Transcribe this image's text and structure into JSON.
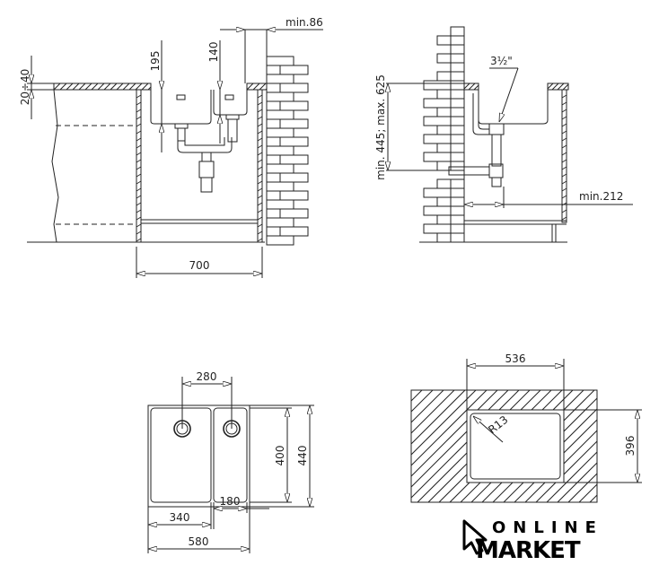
{
  "front_view": {
    "dim_width": "700",
    "dim_min_wall": "min.86",
    "dim_depth_large": "195",
    "dim_depth_small": "140",
    "dim_countertop": "20÷40"
  },
  "side_view": {
    "dim_drain_size": "3½\"",
    "dim_height": "min. 445; max. 625",
    "dim_min_wall": "min.212"
  },
  "top_view": {
    "dim_drain_spacing": "280",
    "dim_inner_depth": "400",
    "dim_outer_depth": "440",
    "dim_small_bowl": "180",
    "dim_large_bowl": "340",
    "dim_total_width": "580"
  },
  "cutout_view": {
    "dim_width": "536",
    "dim_depth": "396",
    "dim_radius": "R13"
  },
  "logo": {
    "line1": "ONLINE",
    "line2": "MARKET"
  }
}
